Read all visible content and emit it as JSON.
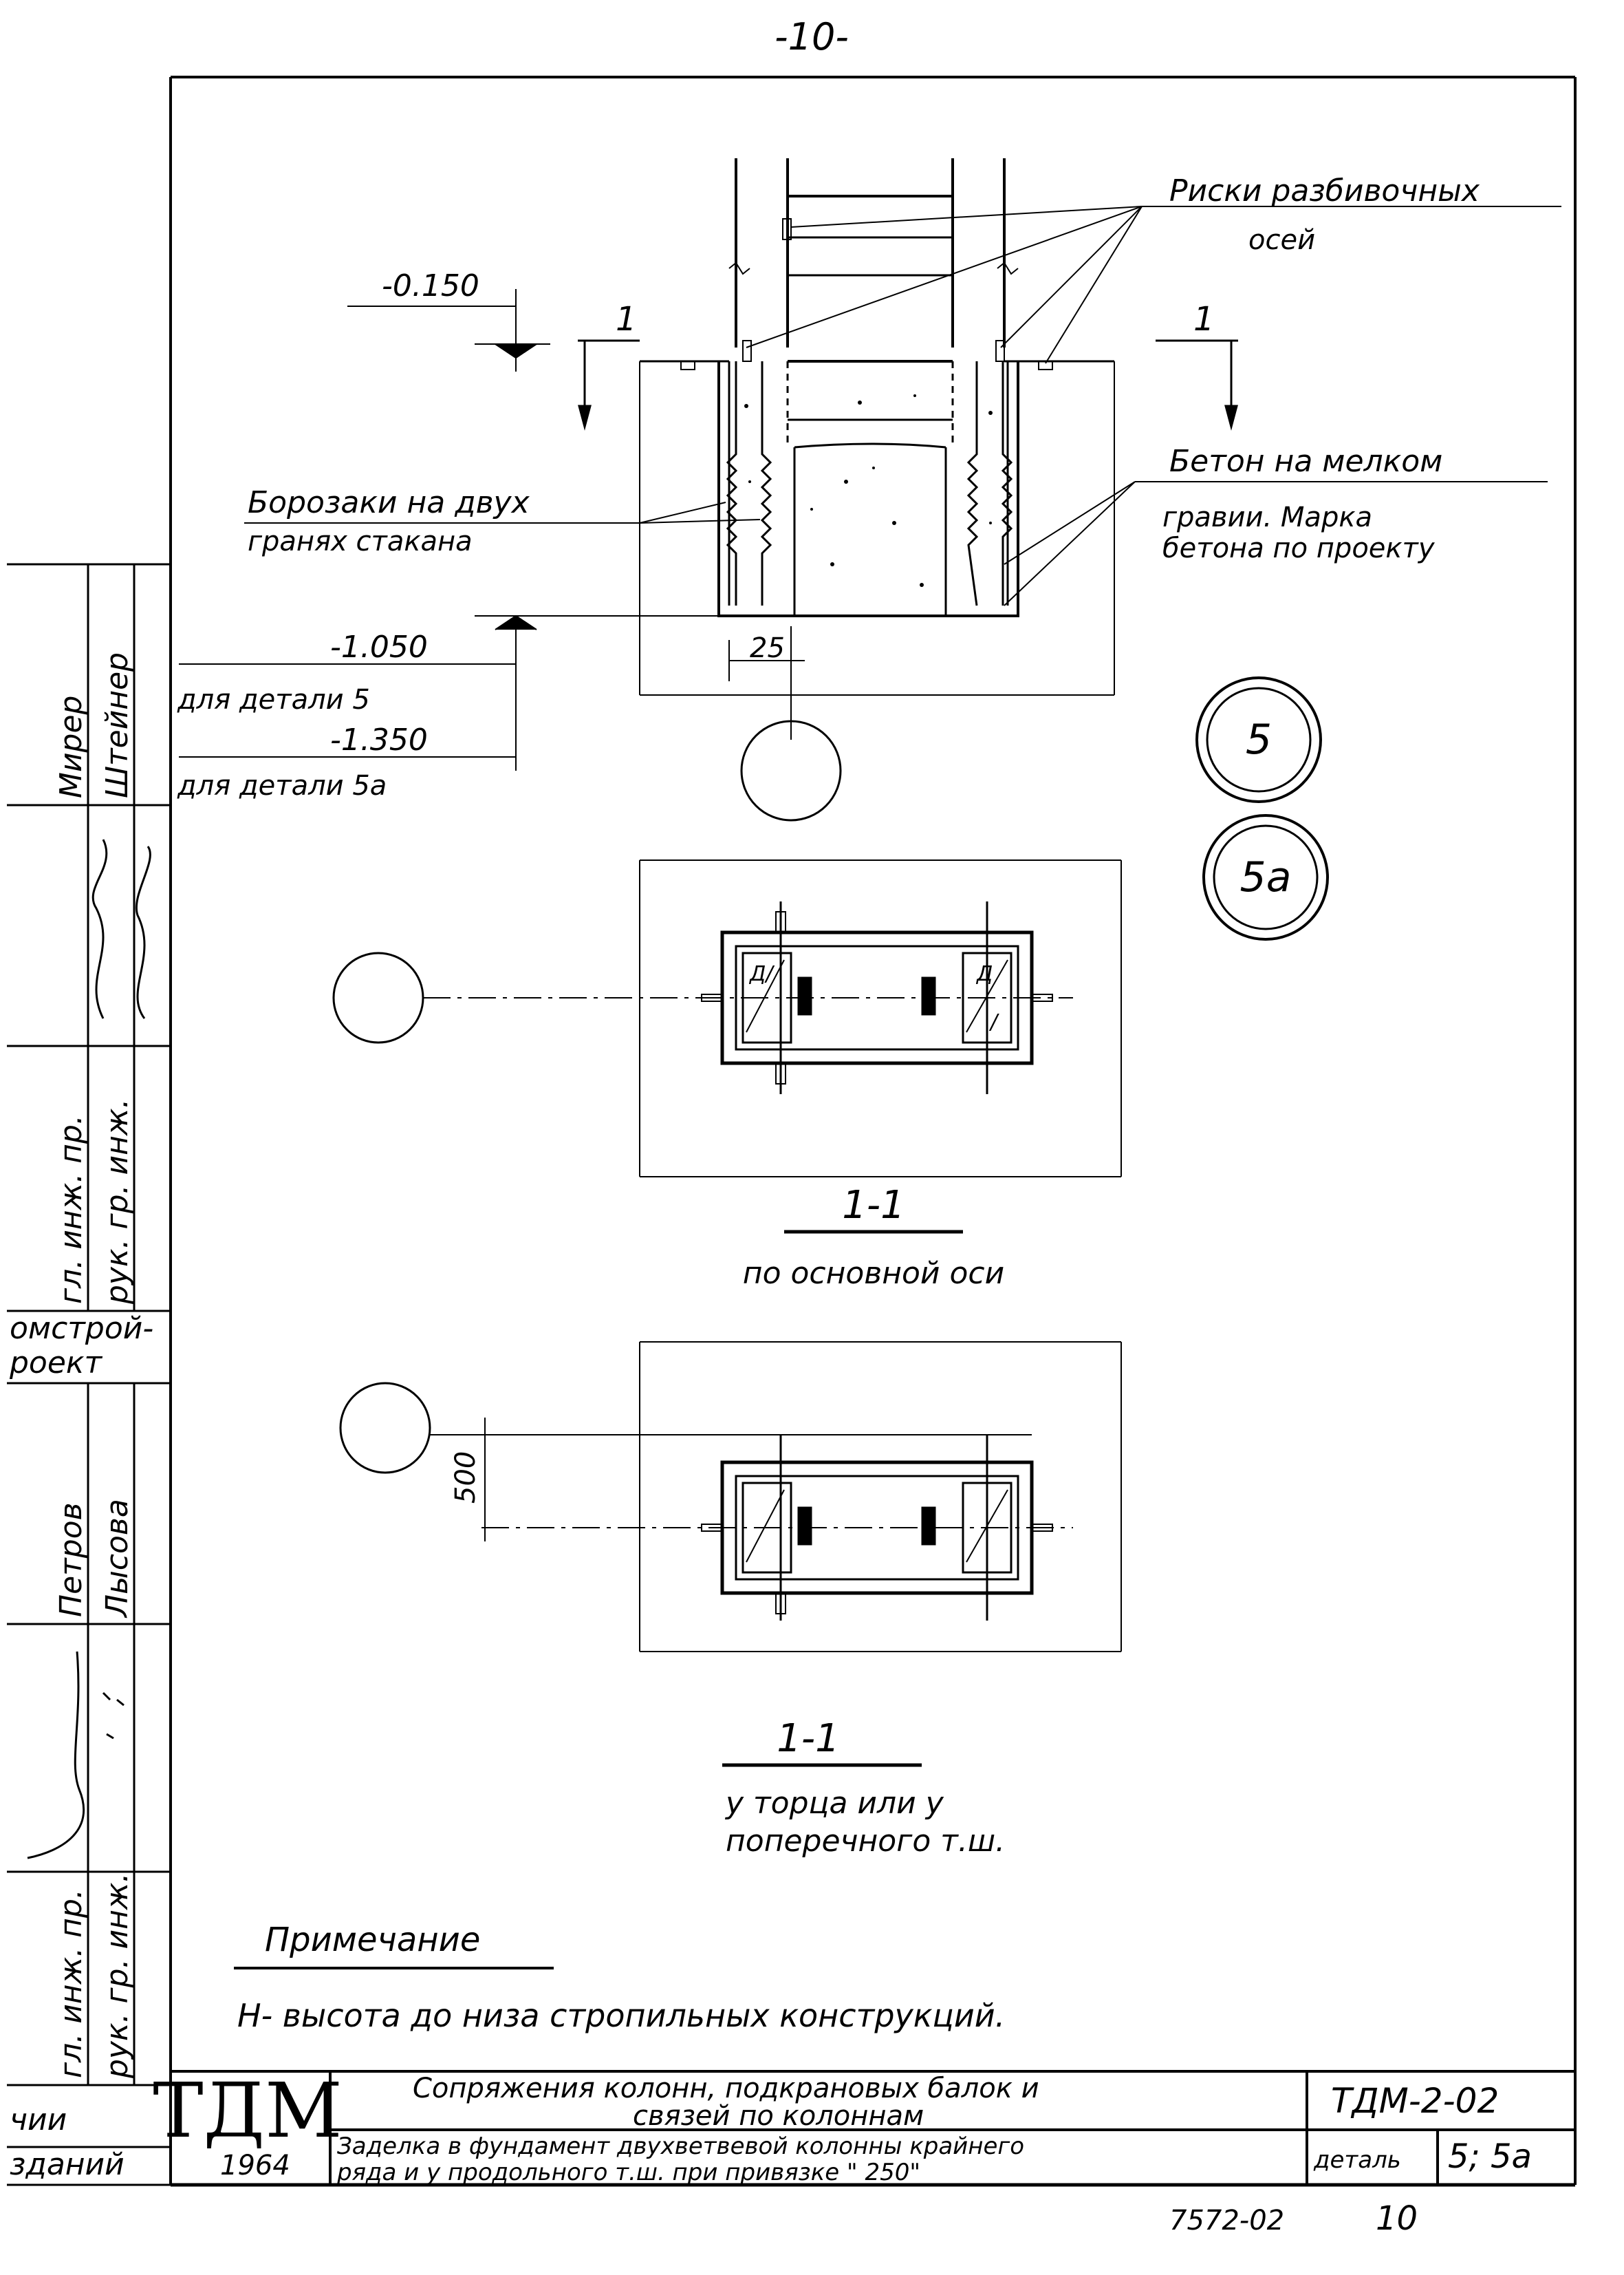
{
  "page_number": "-10-",
  "drawing": {
    "top_section": {
      "label_axis_marks_1": "Риски разбивочных",
      "label_axis_marks_2": "осей",
      "level_top": "-0.150",
      "cut_mark_left": "1",
      "cut_mark_right": "1",
      "label_concrete_1": "Бетон на мелком",
      "label_concrete_2": "гравии. Марка",
      "label_concrete_3": "бетона по проекту",
      "label_grooves_1": "Борозаки на двух",
      "label_grooves_2": "гранях стакана",
      "dim_25": "25",
      "level_1": "-1.050",
      "level_1_note": "для детали 5",
      "level_2": "-1.350",
      "level_2_note": "для детали 5а"
    },
    "detail_markers": [
      "5",
      "5а"
    ],
    "plan_1": {
      "section_label": "1-1",
      "caption": "по основной оси",
      "cell_marks": [
        "Д/",
        "Д",
        "/"
      ]
    },
    "plan_2": {
      "section_label": "1-1",
      "caption_1": "у торца или у",
      "caption_2": "поперечного т.ш.",
      "dim_500": "500"
    },
    "note": {
      "heading": "Примечание",
      "text": "Н-  высота   до низа   стропильных   конструкций."
    }
  },
  "side_stamp": {
    "rows": [
      {
        "role": "Мирер",
        "name": "Штейнер"
      },
      {
        "role": "гл. инж. пр.",
        "name": "рук. гр. инж."
      },
      {
        "role": "омстрой-",
        "name": "роект"
      },
      {
        "role": "Петров",
        "name": "Лысова"
      },
      {
        "role": "гл. инж. пр.",
        "name": "рук. гр. инж."
      },
      {
        "role": "чии",
        "name": "зданий"
      }
    ]
  },
  "title_block": {
    "logo": "ТДМ",
    "year": "1964",
    "title_line_1": "Сопряжения колонн, подкрановых балок и",
    "title_line_2": "связей по колоннам",
    "subtitle_line_1": "Заделка в фундамент двухветвевой колонны крайнего",
    "subtitle_line_2": "ряда и у продольного т.ш. при привязке  \" 250\"",
    "code": "ТДМ-2-02",
    "detail_label": "деталь",
    "detail_value": "5; 5а"
  },
  "footer": {
    "archive_number": "7572-02",
    "sheet": "10"
  }
}
